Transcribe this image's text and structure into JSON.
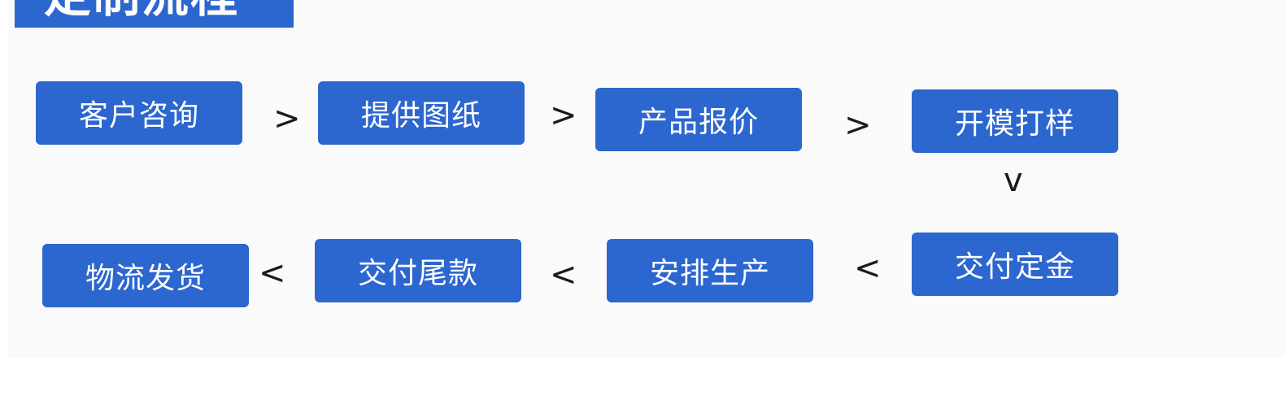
{
  "title": "定制流程",
  "steps": [
    {
      "label": "客户咨询"
    },
    {
      "label": "提供图纸"
    },
    {
      "label": "产品报价"
    },
    {
      "label": "开模打样"
    },
    {
      "label": "交付定金"
    },
    {
      "label": "安排生产"
    },
    {
      "label": "交付尾款"
    },
    {
      "label": "物流发货"
    }
  ],
  "arrows": {
    "right": ">",
    "left": "<",
    "down": "v"
  },
  "colors": {
    "step_fill": "#2c66cf",
    "step_text": "#ffffff",
    "arrow": "#1a1a1a"
  }
}
